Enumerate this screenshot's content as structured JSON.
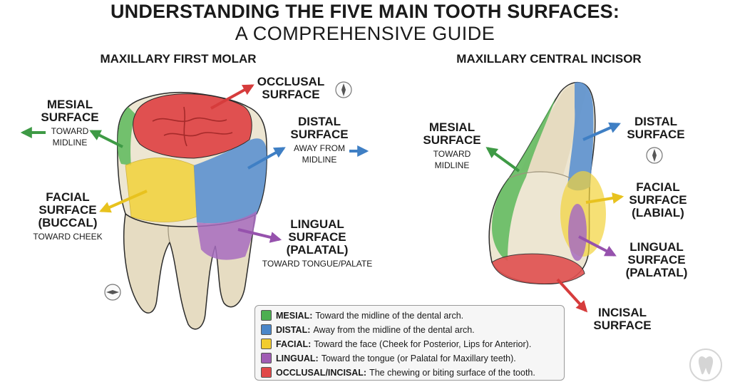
{
  "title": {
    "line1": "UNDERSTANDING THE FIVE MAIN TOOTH SURFACES:",
    "line2": "A COMPREHENSIVE GUIDE"
  },
  "molar": {
    "heading": "MAXILLARY FIRST MOLAR",
    "occlusal": {
      "line1": "OCCLUSAL",
      "line2": "SURFACE"
    },
    "mesial": {
      "line1": "MESIAL",
      "line2": "SURFACE",
      "note1": "TOWARD",
      "note2": "MIDLINE"
    },
    "distal": {
      "line1": "DISTAL",
      "line2": "SURFACE",
      "note1": "AWAY FROM",
      "note2": "MIDLINE"
    },
    "facial": {
      "line1": "FACIAL",
      "line2": "SURFACE",
      "line3": "(BUCCAL)",
      "note1": "TOWARD CHEEK"
    },
    "lingual": {
      "line1": "LINGUAL",
      "line2": "SURFACE",
      "line3": "(PALATAL)",
      "note1": "TOWARD TONGUE/PALATE"
    }
  },
  "incisor": {
    "heading": "MAXILLARY CENTRAL INCISOR",
    "mesial": {
      "line1": "MESIAL",
      "line2": "SURFACE",
      "note1": "TOWARD",
      "note2": "MIDLINE"
    },
    "distal": {
      "line1": "DISTAL",
      "line2": "SURFACE"
    },
    "facial": {
      "line1": "FACIAL",
      "line2": "SURFACE",
      "line3": "(LABIAL)"
    },
    "lingual": {
      "line1": "LINGUAL",
      "line2": "SURFACE",
      "line3": "(PALATAL)"
    },
    "incisal": {
      "line1": "INCISAL",
      "line2": "SURFACE"
    }
  },
  "legend": [
    {
      "term": "MESIAL:",
      "text": "Toward the midline of the dental arch.",
      "color": "#4caf50"
    },
    {
      "term": "DISTAL:",
      "text": "Away from the midline of the dental arch.",
      "color": "#4a86c8"
    },
    {
      "term": "FACIAL:",
      "text": "Toward the face (Cheek for Posterior, Lips for Anterior).",
      "color": "#f2cc2e"
    },
    {
      "term": "LINGUAL:",
      "text": "Toward the tongue (or Palatal for Maxillary teeth).",
      "color": "#a05cb4"
    },
    {
      "term": "OCCLUSAL/INCISAL:",
      "text": "The chewing or biting surface of the tooth.",
      "color": "#e04848"
    }
  ],
  "colors": {
    "mesial": "#4caf50",
    "distal": "#4a86c8",
    "facial": "#f2cc2e",
    "lingual": "#a05cb4",
    "occlusal": "#e04848",
    "tooth": "#ece4cf",
    "outline": "#2b2b2b"
  },
  "icons": [
    "compass-icon",
    "tooth-logo-icon"
  ]
}
